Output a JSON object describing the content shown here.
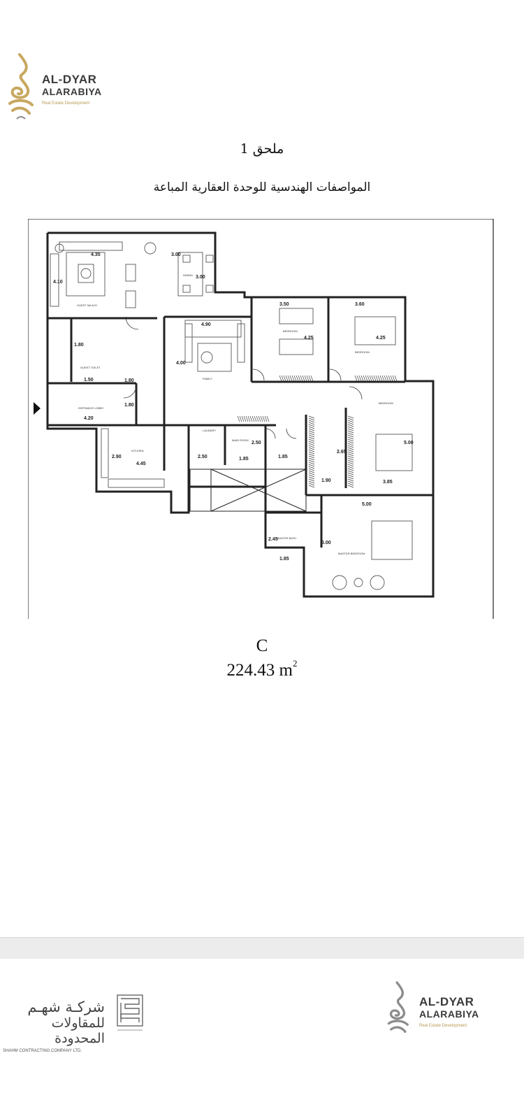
{
  "header": {
    "logo": {
      "line1": "AL-DYAR",
      "line2": "ALARABIYA",
      "tagline": "Real Estate Development"
    }
  },
  "annex": "ملحق 1",
  "subtitle": "المواصفات الهندسية للوحدة العقارية المباعة",
  "plan": {
    "rooms": [
      {
        "label": "GUEST MAJLIS",
        "width": "4.35",
        "depth": "4.10"
      },
      {
        "label": "DINING",
        "width": "3.00",
        "depth": "3.00"
      },
      {
        "label": "GUEST TOILET",
        "width": "1.50",
        "depth": "1.80"
      },
      {
        "label": "ENTRANCE LOBBY",
        "width": "4.20",
        "depth": "1.80"
      },
      {
        "label": "FAMILY",
        "width": "4.90",
        "depth": "4.00"
      },
      {
        "label": "BEDROOM",
        "width": "3.50",
        "depth": "4.25"
      },
      {
        "label": "BEDROOM",
        "width": "3.60",
        "depth": "4.25"
      },
      {
        "label": "BEDROOM",
        "width": "3.85",
        "depth": "5.00"
      },
      {
        "label": "KITCHEN",
        "width": "4.45",
        "depth": "2.90"
      },
      {
        "label": "LAUNDRY",
        "width": "",
        "depth": ""
      },
      {
        "label": "MAID ROOM",
        "width": "1.85",
        "depth": "2.50"
      },
      {
        "label": "MASTER BATH",
        "width": "1.85",
        "depth": "2.45"
      },
      {
        "label": "MASTER BEDROOM",
        "width": "5.00",
        "depth": "5.00"
      }
    ],
    "other_dims": [
      "2.50",
      "1.85",
      "1.90",
      "2.65",
      "1.80"
    ]
  },
  "unit": {
    "letter": "C",
    "area_value": "224.43 m",
    "area_sup": "2"
  },
  "footer": {
    "company_ar_line1": "شركـة شهـم",
    "company_ar_line2": "للمقاولات المحدودة",
    "company_en": "SHAHM CONTRACTING COMPANY LTD.",
    "logo": {
      "line1": "AL-DYAR",
      "line2": "ALARABIYA",
      "tagline": "Real Estate Development"
    }
  },
  "colors": {
    "gold": "#b89a55",
    "line": "#222222"
  }
}
